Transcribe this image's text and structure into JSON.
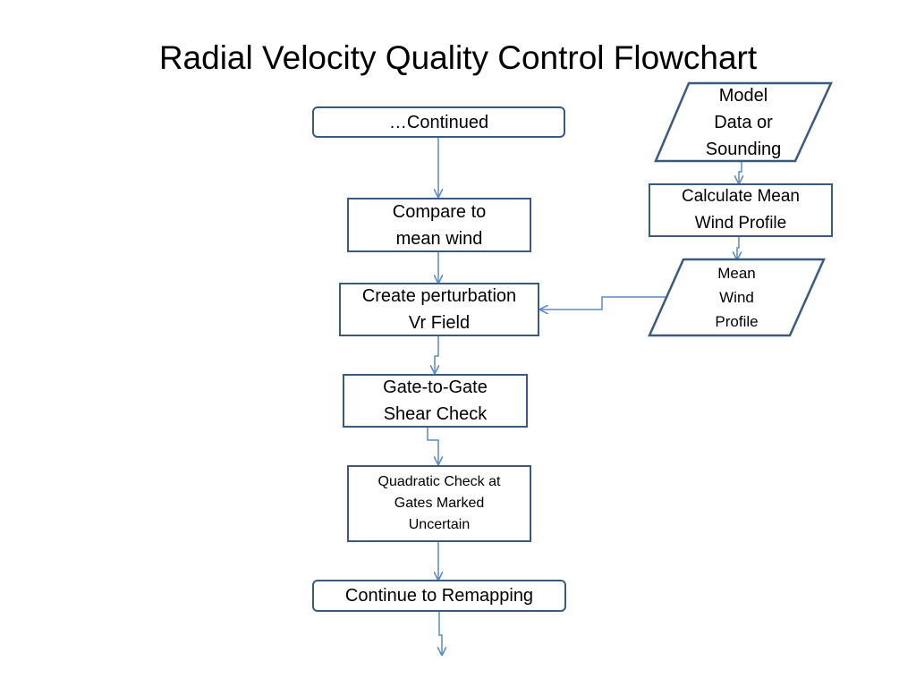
{
  "title": "Radial Velocity Quality Control Flowchart",
  "colors": {
    "border": "#3b5a7f",
    "connector": "#5b8bc9",
    "text": "#000000"
  },
  "nodes": {
    "continued": "…Continued",
    "compare": "Compare to\nmean wind",
    "perturbation": "Create perturbation\nVr Field",
    "gate_shear": "Gate-to-Gate\nShear Check",
    "quadratic": "Quadratic Check at\nGates Marked\nUncertain",
    "remap": "Continue to Remapping",
    "model_data": "Model\nData or\nSounding",
    "calc_mean": "Calculate Mean\nWind Profile",
    "mean_profile": "Mean\nWind\nProfile"
  }
}
